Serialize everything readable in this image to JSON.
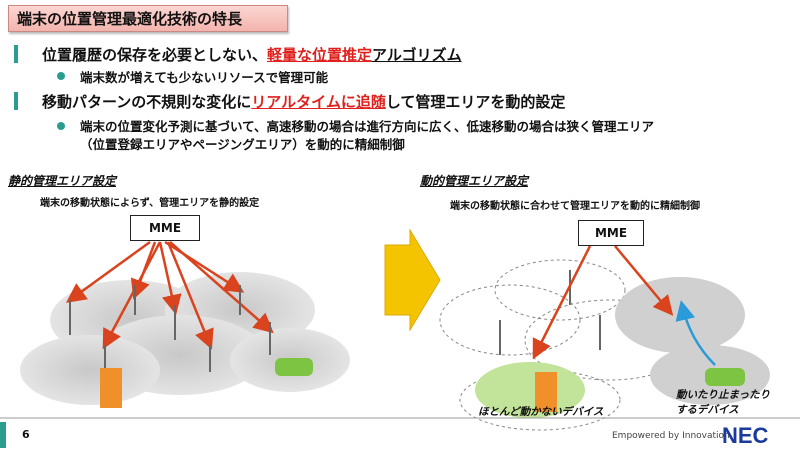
{
  "title": "端末の位置管理最適化技術の特長",
  "points": [
    {
      "pre": "位置履歴の保存を必要としない、",
      "highlight": "軽量な位置推定",
      "post": "アルゴリズム",
      "sub": "端末数が増えても少ないリソースで管理可能"
    },
    {
      "pre": "移動パターンの不規則な変化に",
      "highlight": "リアルタイムに追随",
      "post": "して管理エリアを動的設定",
      "sub": "端末の位置変化予測に基づいて、高速移動の場合は進行方向に広く、低速移動の場合は狭く管理エリア",
      "sub2": "（位置登録エリアやページングエリア）を動的に精細制御"
    }
  ],
  "static": {
    "heading": "静的管理エリア設定",
    "caption": "端末の移動状態によらず、管理エリアを静的設定",
    "node": "MME"
  },
  "dynamic": {
    "heading": "動的管理エリア設定",
    "caption": "端末の移動状態に合わせて管理エリアを動的に精細制御",
    "node": "MME",
    "label_static": "ほとんど動かないデバイス",
    "label_moving1": "動いたり止まったり",
    "label_moving2": "するデバイス"
  },
  "footer": {
    "page": "6",
    "tagline": "Empowered by Innovation",
    "logo": "NEC"
  },
  "colors": {
    "accent": "#2a9d8f",
    "highlight": "#e0201c",
    "arrow": "#d9431e",
    "logo": "#1a3a9c"
  }
}
